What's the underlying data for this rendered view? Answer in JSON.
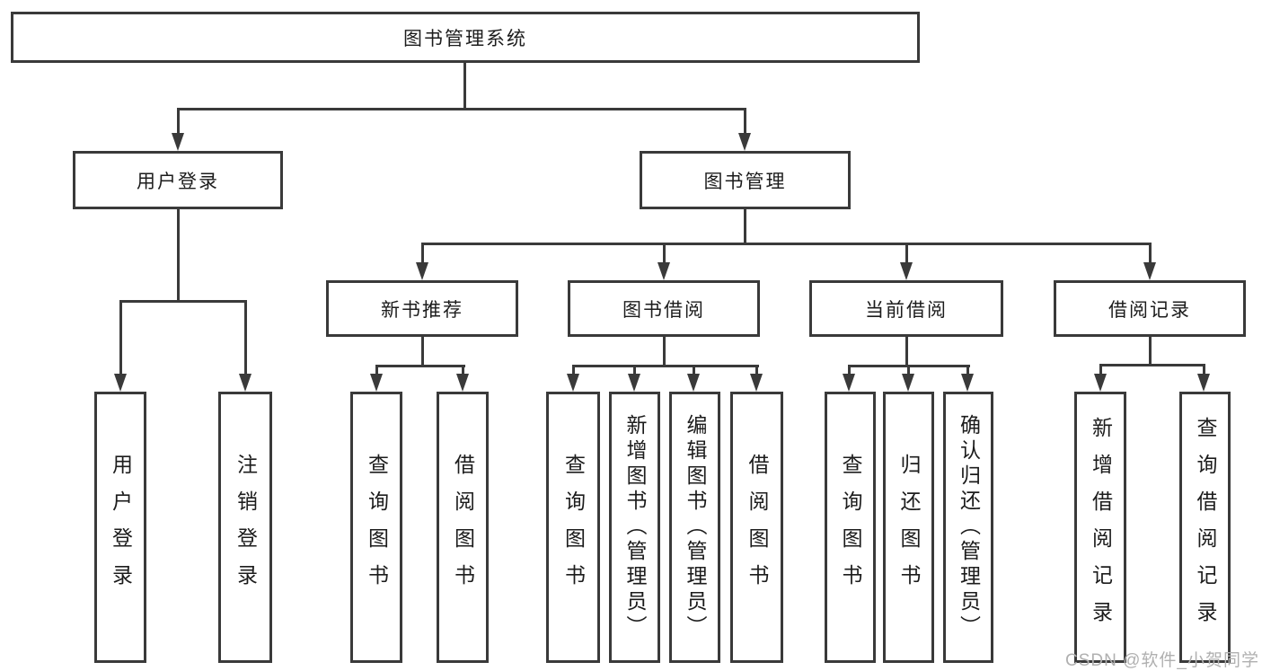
{
  "diagram": {
    "root": {
      "label": "图书管理系统"
    },
    "level2": [
      {
        "label": "用户登录"
      },
      {
        "label": "图书管理"
      }
    ],
    "level3": [
      {
        "label": "新书推荐"
      },
      {
        "label": "图书借阅"
      },
      {
        "label": "当前借阅"
      },
      {
        "label": "借阅记录"
      }
    ],
    "leaves": {
      "user_login": [
        "用户登录",
        "注销登录"
      ],
      "new_book": [
        "查询图书",
        "借阅图书"
      ],
      "book_borrow": [
        "查询图书",
        "新增图书（管理员）",
        "编辑图书（管理员）",
        "借阅图书"
      ],
      "current_borrow": [
        "查询图书",
        "归还图书",
        "确认归还（管理员）"
      ],
      "borrow_record": [
        "新增借阅记录",
        "查询借阅记录"
      ]
    }
  },
  "watermark": {
    "text": "CSDN @软件_小贺同学"
  },
  "colors": {
    "line": "#3a3a3a",
    "text": "#1c1c1c",
    "watermark": "#b0b0b0",
    "background": "#ffffff"
  }
}
